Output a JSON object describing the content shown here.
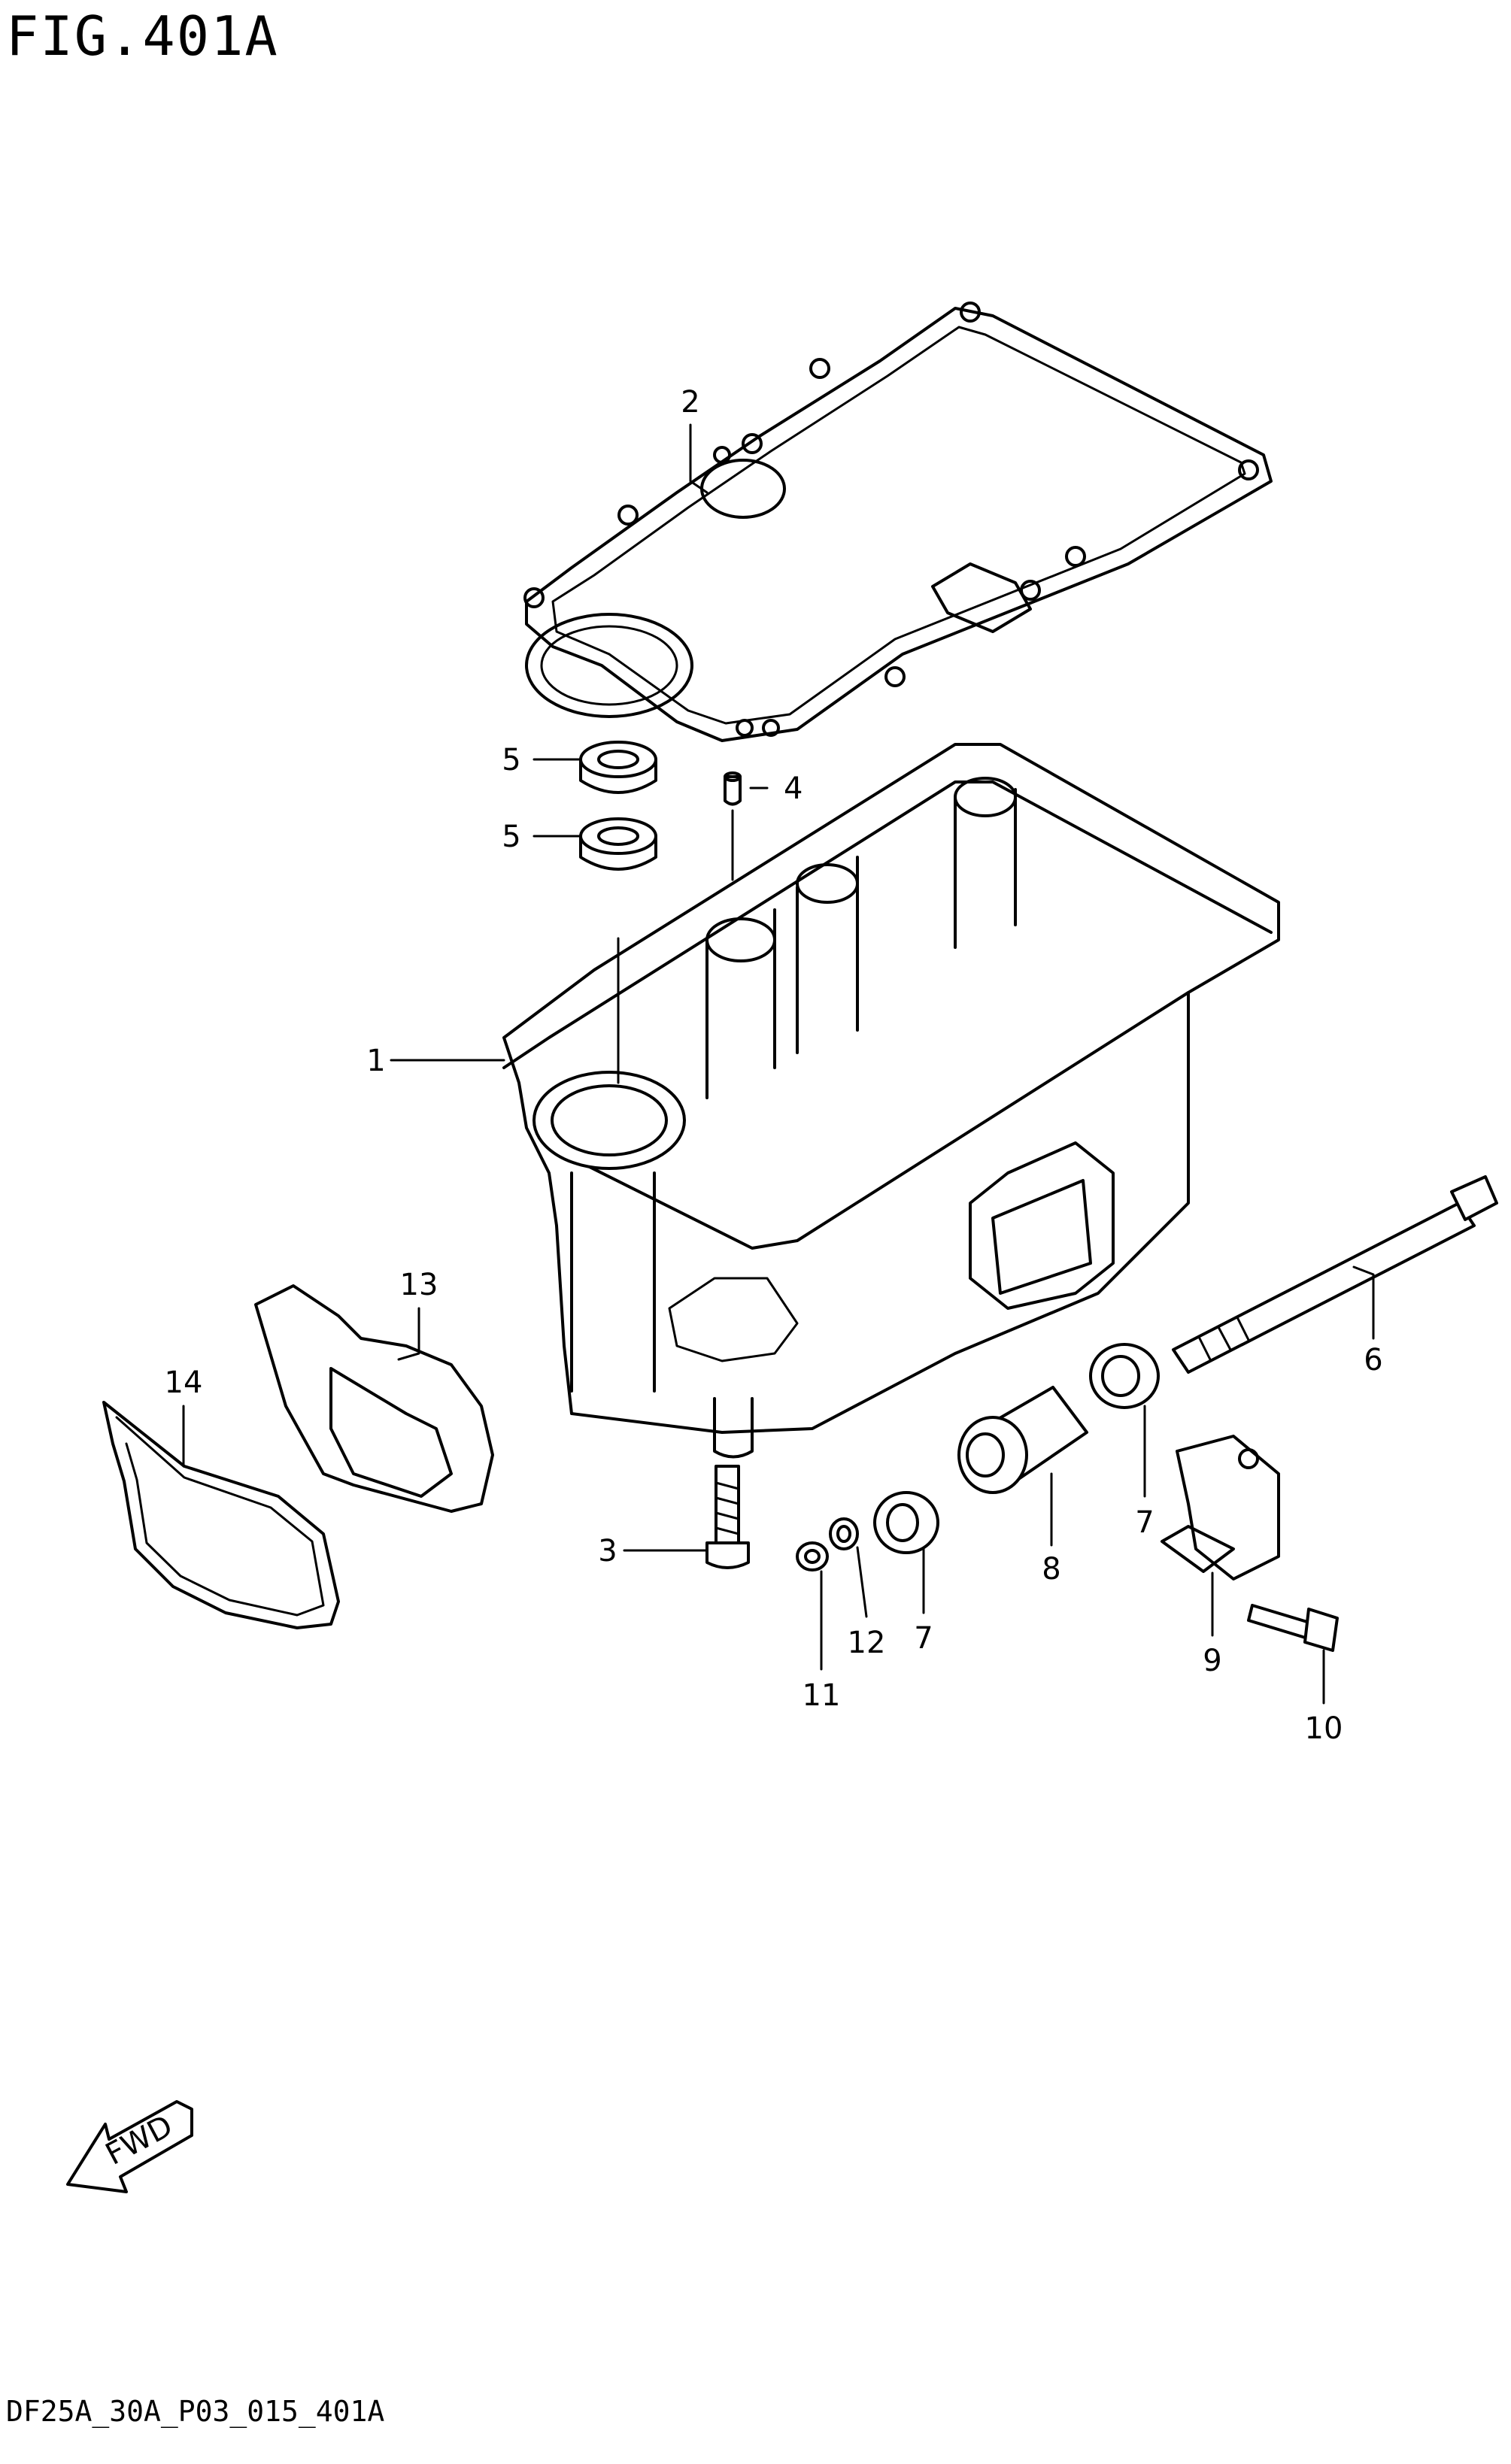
{
  "figure": {
    "title": "FIG.401A",
    "code": "DF25A_30A_P03_015_401A",
    "fwd_label": "FWD"
  },
  "callouts": [
    {
      "id": "c1",
      "label": "1"
    },
    {
      "id": "c2",
      "label": "2"
    },
    {
      "id": "c3",
      "label": "3"
    },
    {
      "id": "c4",
      "label": "4"
    },
    {
      "id": "c5a",
      "label": "5"
    },
    {
      "id": "c5b",
      "label": "5"
    },
    {
      "id": "c6",
      "label": "6"
    },
    {
      "id": "c7a",
      "label": "7"
    },
    {
      "id": "c7b",
      "label": "7"
    },
    {
      "id": "c8",
      "label": "8"
    },
    {
      "id": "c9",
      "label": "9"
    },
    {
      "id": "c10",
      "label": "10"
    },
    {
      "id": "c11",
      "label": "11"
    },
    {
      "id": "c12",
      "label": "12"
    },
    {
      "id": "c13",
      "label": "13"
    },
    {
      "id": "c14",
      "label": "14"
    }
  ]
}
